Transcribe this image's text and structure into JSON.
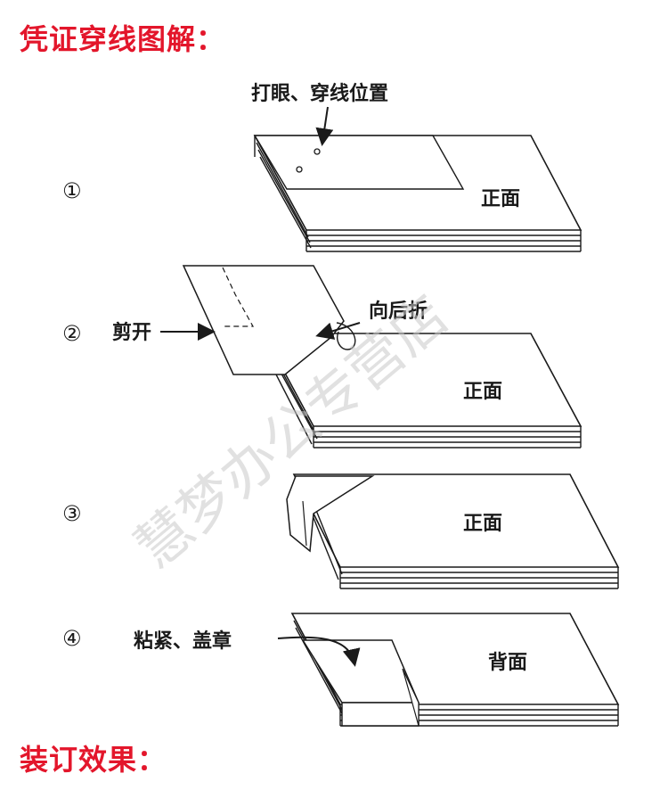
{
  "header": {
    "title": "凭证穿线图解："
  },
  "footer": {
    "title": "装订效果："
  },
  "steps": [
    {
      "number": "①",
      "label": "正面",
      "callout": "打眼、穿线位置"
    },
    {
      "number": "②",
      "label": "正面",
      "callout_left": "剪开",
      "callout_right": "向后折"
    },
    {
      "number": "③",
      "label": "正面"
    },
    {
      "number": "④",
      "label": "背面",
      "callout": "粘紧、盖章"
    }
  ],
  "watermark": "慧梦办公专营店",
  "colors": {
    "heading": "#e3162b",
    "line": "#1a1a1a",
    "watermark": "#c9c9c9"
  }
}
